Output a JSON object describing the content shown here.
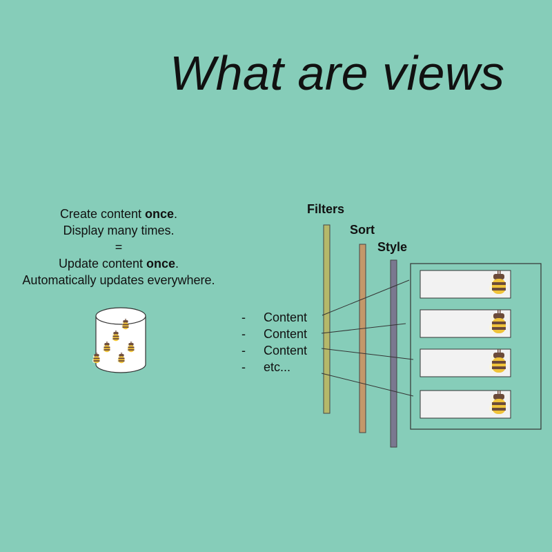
{
  "title": "What are views",
  "intro": {
    "line1_pre": "Create content ",
    "line1_bold": "once",
    "line1_post": ".",
    "line2": "Display many times.",
    "line3": "=",
    "line4_pre": "Update content ",
    "line4_bold": "once",
    "line4_post": ".",
    "line5": "Automatically updates everywhere."
  },
  "content_list": {
    "dash": "-",
    "items": [
      "Content",
      "Content",
      "Content",
      "etc..."
    ]
  },
  "columns": {
    "filters": {
      "label": "Filters",
      "color": "#b5b86a"
    },
    "sort": {
      "label": "Sort",
      "color": "#c3986a"
    },
    "style": {
      "label": "Style",
      "color": "#7a7890"
    }
  },
  "colors": {
    "background": "#86cdb9",
    "bee_body": "#f0c43a",
    "bee_stripe": "#6b4a3a",
    "card": "#f2f2f2"
  },
  "icons": {
    "database": "database-cylinder-icon",
    "bee": "bee-icon"
  }
}
